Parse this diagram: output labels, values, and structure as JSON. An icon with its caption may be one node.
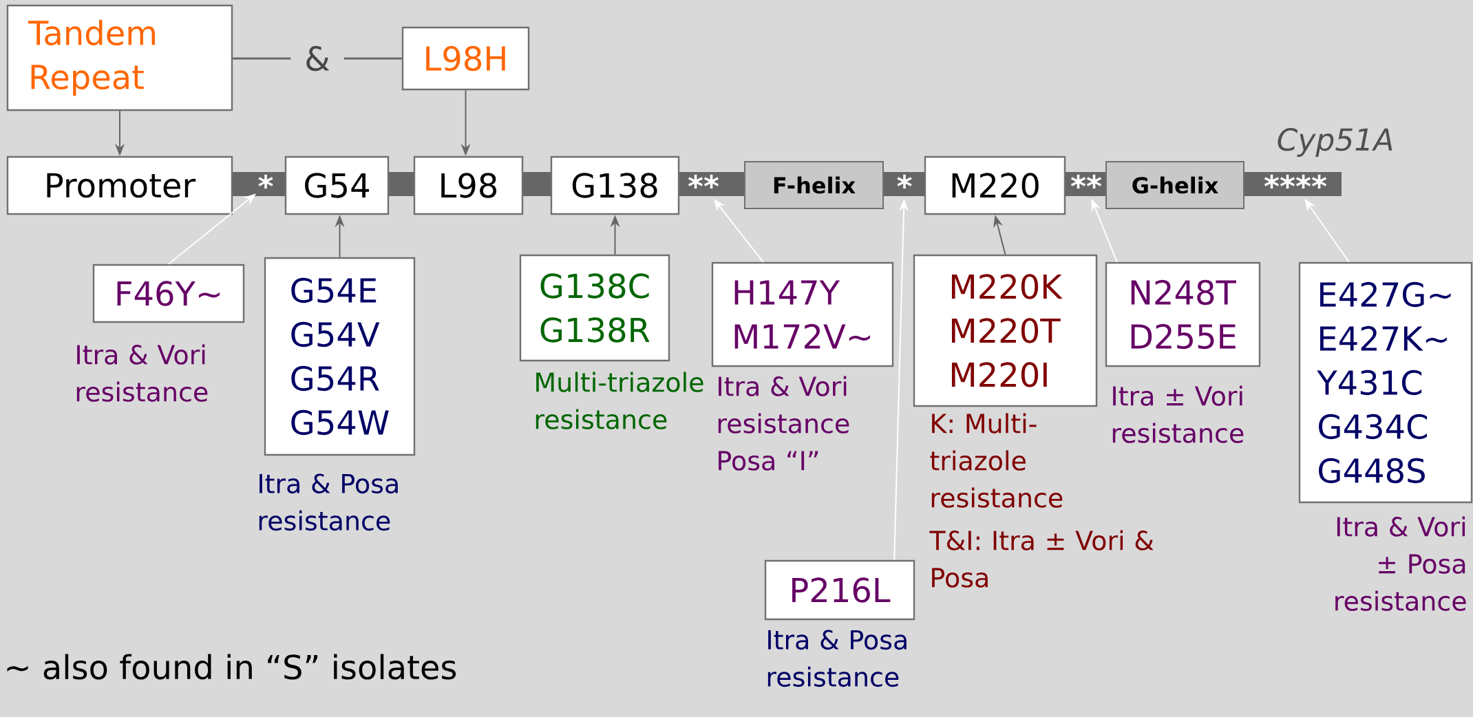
{
  "diagram": {
    "nodes": [
      {
        "text": [
          "Tandem Repeat"
        ]
      },
      {
        "text": [
          "L98H"
        ]
      },
      {
        "text": [
          "Promoter"
        ]
      },
      {
        "text": [
          "*"
        ]
      },
      {
        "text": [
          "G54"
        ]
      },
      {
        "text": [
          "L98"
        ]
      },
      {
        "text": [
          "G138"
        ]
      },
      {
        "text": [
          "**"
        ]
      },
      {
        "text": [
          "F-helix"
        ]
      },
      {
        "text": [
          "*"
        ]
      },
      {
        "text": [
          "M220"
        ]
      },
      {
        "text": [
          "**"
        ]
      },
      {
        "text": [
          "G-helix"
        ]
      },
      {
        "text": [
          "****"
        ]
      },
      {
        "text": [
          "F46Y~"
        ],
        "beside": [
          "Itra & Vori resistance"
        ]
      },
      {
        "text": [
          "G54E",
          "G54V",
          "G54R",
          "G54W"
        ],
        "beside": [
          "Itra & Posa resistance"
        ]
      },
      {
        "text": [
          "G138C",
          "G138R"
        ],
        "beside": [
          "Multi-triazole resistance"
        ]
      },
      {
        "text": [
          "H147Y",
          "M172V~"
        ],
        "beside": [
          "Itra & Vori resistance Posa “I”"
        ]
      },
      {
        "text": [
          "M220K",
          "M220T",
          "M220I"
        ],
        "beside": [
          "K: Multi-triazole resistance",
          "T&I: Itra ± Vori & Posa"
        ]
      },
      {
        "text": [
          "N248T",
          "D255E"
        ],
        "beside": [
          "Itra ± Vori resistance"
        ]
      },
      {
        "text": [
          "E427G~",
          "E427K~",
          "Y431C",
          "G434C",
          "G448S"
        ],
        "beside": [
          "Itra & Vori ± Posa resistance"
        ]
      },
      {
        "text": [
          "P216L"
        ],
        "beside": [
          "Itra & Posa resistance"
        ]
      }
    ],
    "edges": [
      {
        "from": 0,
        "to": 2,
        "arrow": "to"
      },
      {
        "from": 0,
        "to": 1,
        "arrow": "none",
        "label": "&"
      },
      {
        "from": 1,
        "to": 5,
        "arrow": "to"
      },
      {
        "from": 14,
        "to": 3,
        "arrow": "to",
        "color": "#ffffff"
      },
      {
        "from": 15,
        "to": 4,
        "arrow": "to"
      },
      {
        "from": 16,
        "to": 6,
        "arrow": "to"
      },
      {
        "from": 17,
        "to": 7,
        "arrow": "to",
        "color": "#ffffff"
      },
      {
        "from": 21,
        "to": 9,
        "arrow": "to",
        "color": "#ffffff"
      },
      {
        "from": 18,
        "to": 10,
        "arrow": "to"
      },
      {
        "from": 19,
        "to": 11,
        "arrow": "to",
        "color": "#ffffff"
      },
      {
        "from": 20,
        "to": 13,
        "arrow": "to",
        "color": "#ffffff"
      }
    ],
    "labels": [
      "Cyp51A",
      "~ also found in “S” isolates"
    ]
  }
}
